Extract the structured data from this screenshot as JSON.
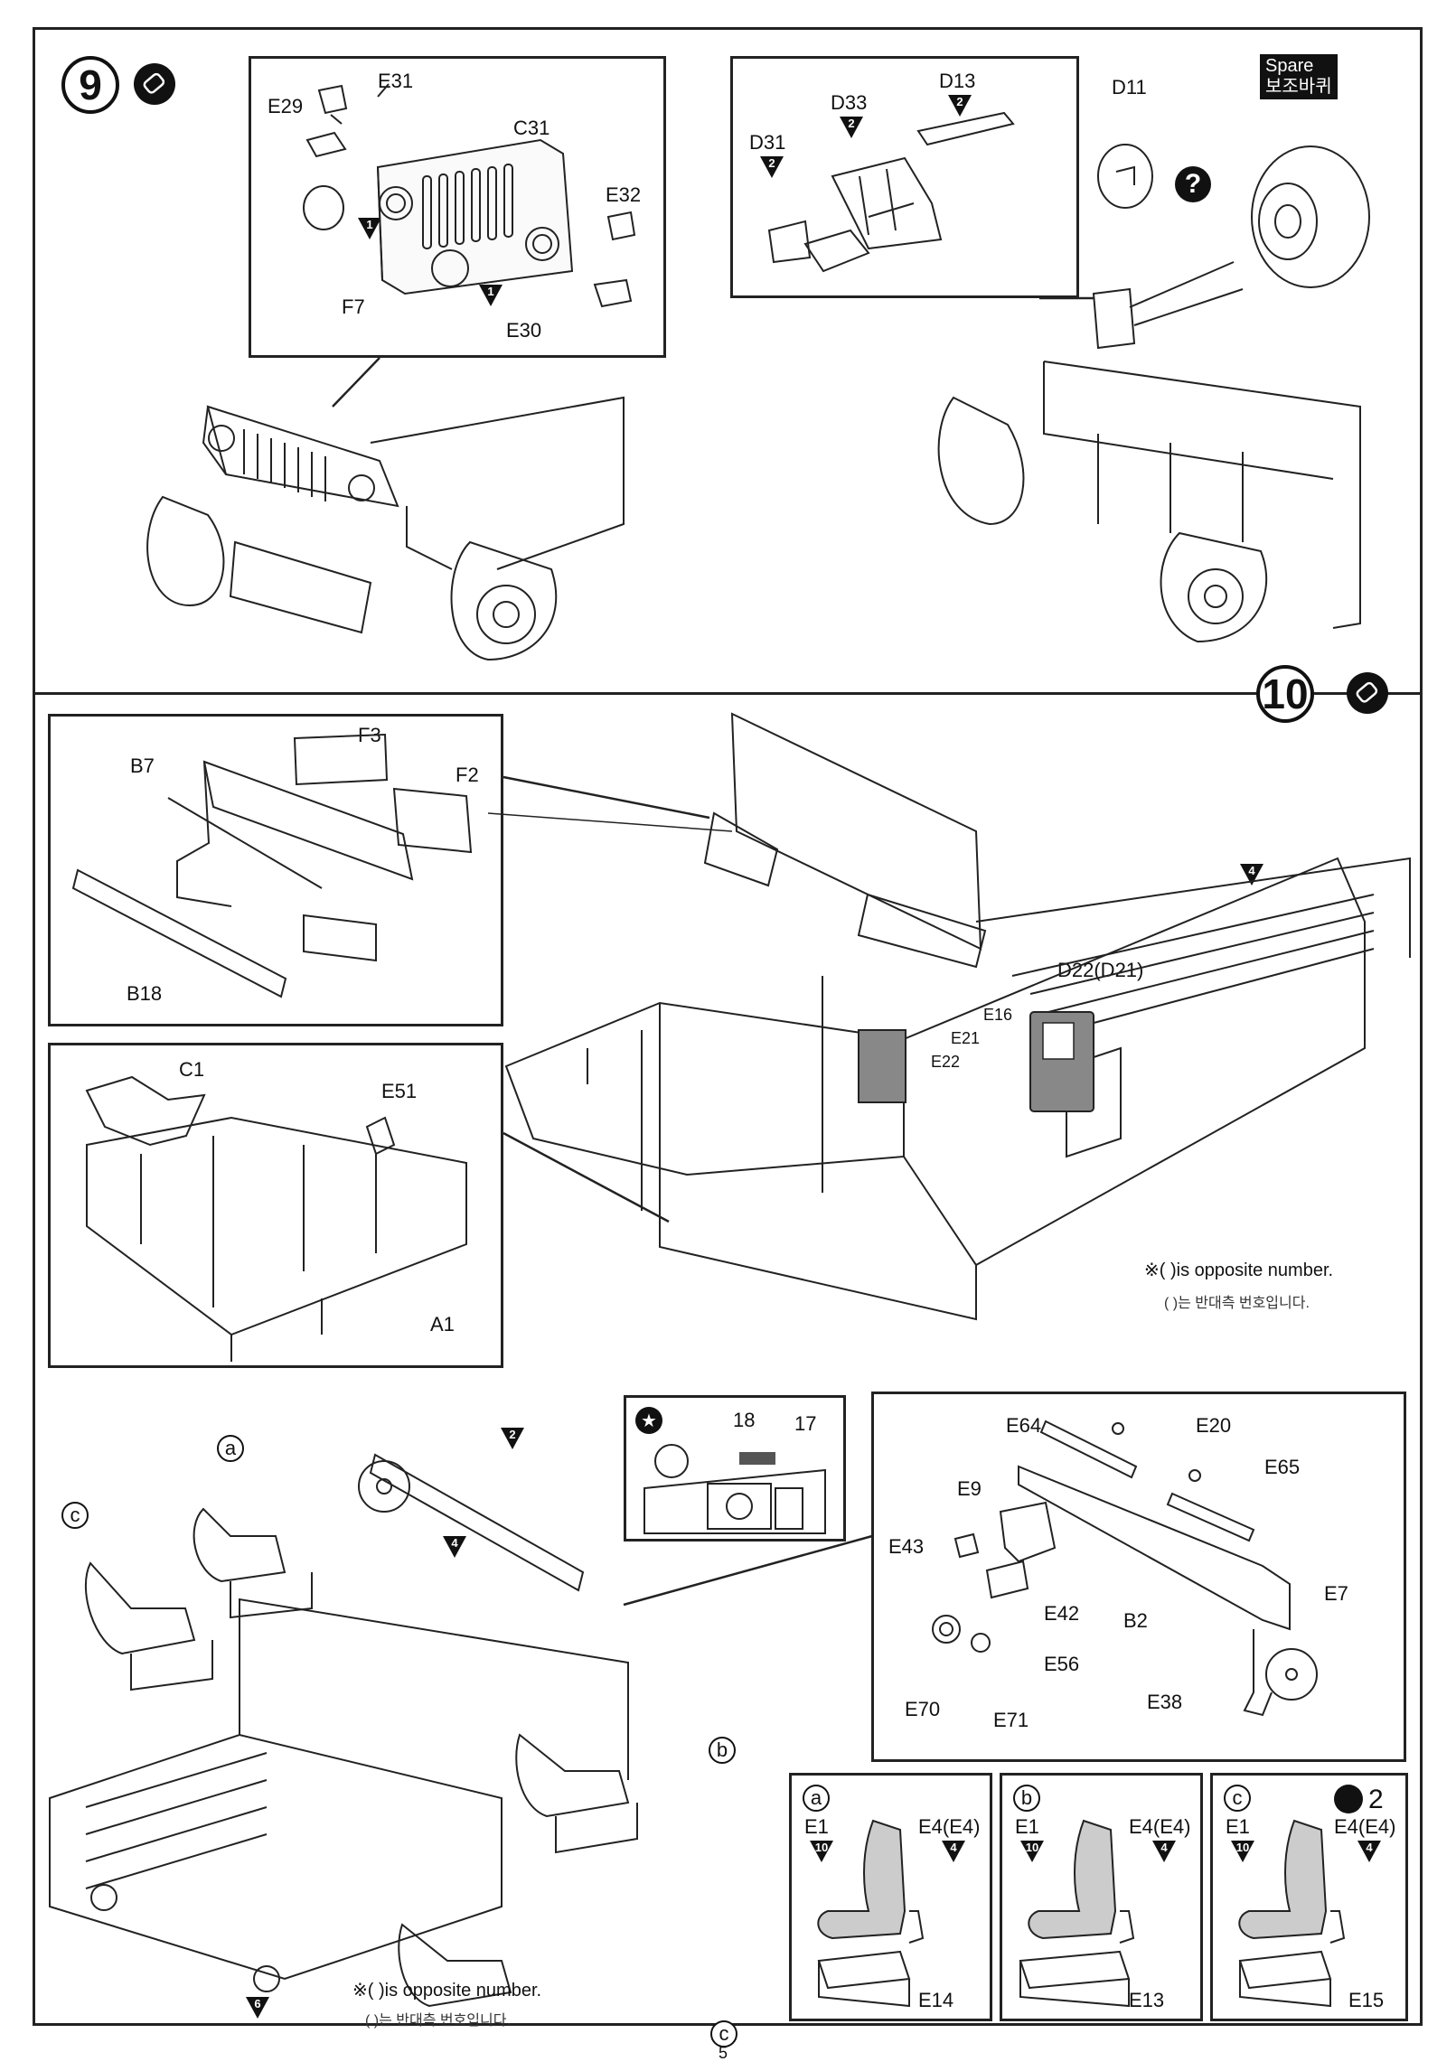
{
  "page_number": "5",
  "step9": {
    "number": "9",
    "grille_callout": {
      "parts": [
        "E31",
        "E29",
        "C31",
        "E32",
        "F7",
        "E30"
      ],
      "markers": [
        "1",
        "1"
      ]
    },
    "spare_callout": {
      "parts": [
        "D13",
        "D33",
        "D31"
      ],
      "markers": [
        "2",
        "2",
        "2"
      ]
    },
    "spare_label_en": "Spare",
    "spare_label_kr": "보조바퀴",
    "d11_label": "D11",
    "question_mark": "?"
  },
  "step10": {
    "number": "10",
    "dash_callout": {
      "parts": [
        "F3",
        "B7",
        "F2",
        "B18"
      ]
    },
    "floor_callout": {
      "parts": [
        "C1",
        "E51",
        "A1"
      ]
    },
    "main_parts": [
      "D22(D21)",
      "E16",
      "E21",
      "E22"
    ],
    "marker_4": "4",
    "note_en": "※( )is opposite number.",
    "note_kr": "( )는 반대측 번호입니다."
  },
  "step11": {
    "markers": [
      "2",
      "4",
      "6"
    ],
    "seat_letters": [
      "a",
      "c",
      "b",
      "c"
    ],
    "note_en": "※( )is opposite number.",
    "note_kr": "( )는 반대측 번호입니다.",
    "star_box": {
      "labels": [
        "18",
        "17"
      ]
    },
    "steering_callout": {
      "parts": [
        "E64",
        "E20",
        "E65",
        "E9",
        "E43",
        "E42",
        "B2",
        "E7",
        "E56",
        "E70",
        "E71",
        "E38"
      ]
    },
    "seat_boxes": [
      {
        "letter": "a",
        "top_left": "E1",
        "top_right": "E4(E4)",
        "marker_left": "10",
        "marker_right": "4",
        "base": "E14"
      },
      {
        "letter": "b",
        "top_left": "E1",
        "top_right": "E4(E4)",
        "marker_left": "10",
        "marker_right": "4",
        "base": "E13"
      },
      {
        "letter": "c",
        "top_left": "E1",
        "top_right": "E4(E4)",
        "marker_left": "10",
        "marker_right": "4",
        "base": "E15",
        "quantity": "2"
      }
    ]
  }
}
